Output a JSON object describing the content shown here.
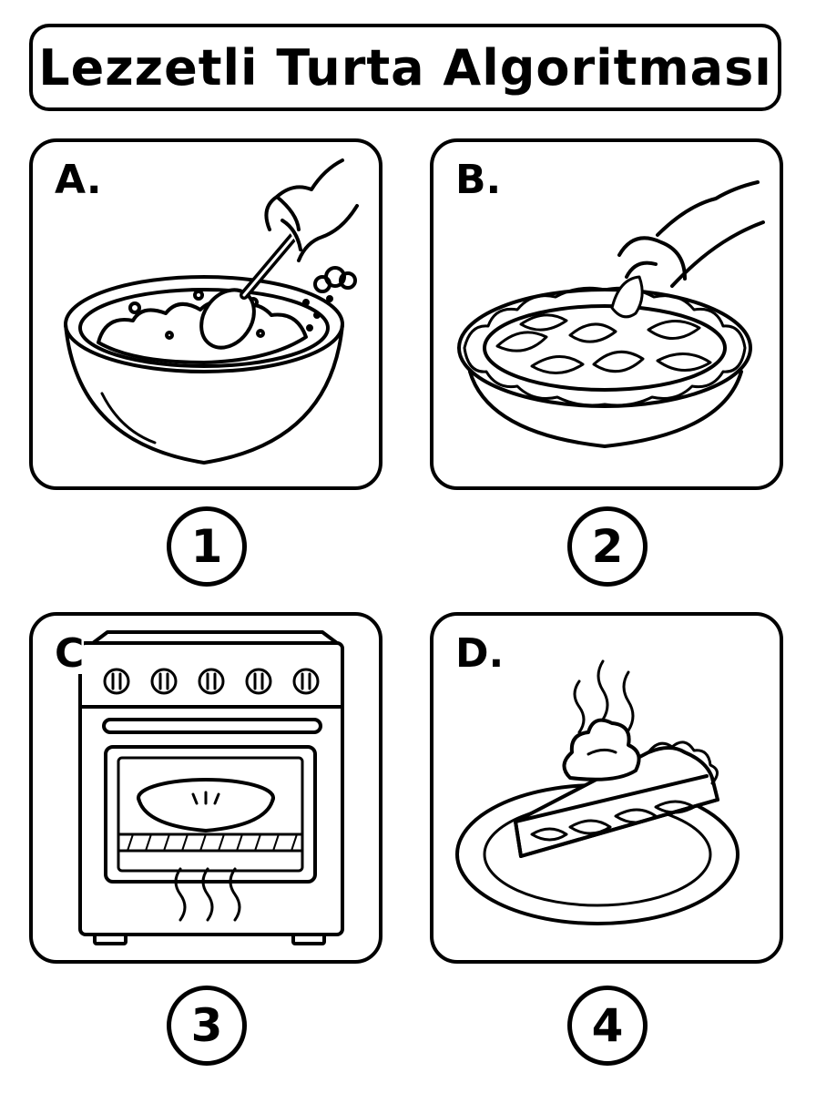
{
  "title": "Lezzetli Turta Algoritması",
  "cards": [
    {
      "letter": "A.",
      "icon": "mixing-bowl-icon"
    },
    {
      "letter": "B.",
      "icon": "apple-pie-assembly-icon"
    },
    {
      "letter": "C",
      "icon": "oven-baking-icon"
    },
    {
      "letter": "D.",
      "icon": "pie-slice-icon"
    }
  ],
  "numbers": [
    "1",
    "2",
    "3",
    "4"
  ]
}
